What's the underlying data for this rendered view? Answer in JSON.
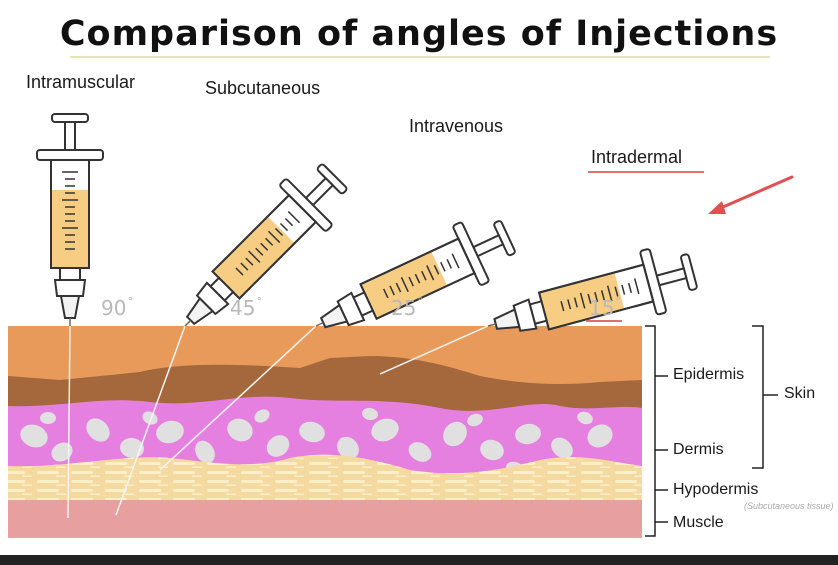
{
  "title": "Comparison of angles of Injections",
  "injections": [
    {
      "name": "Intramuscular",
      "angle": "90",
      "degrees": 90
    },
    {
      "name": "Subcutaneous",
      "angle": "45",
      "degrees": 45
    },
    {
      "name": "Intravenous",
      "angle": "25",
      "degrees": 25
    },
    {
      "name": "Intradermal",
      "angle": "15",
      "degrees": 15
    }
  ],
  "layers": {
    "epidermis": "Epidermis",
    "dermis": "Dermis",
    "hypodermis": "Hypodermis",
    "hypodermis_note": "(Subcutaneous tissue)",
    "muscle": "Muscle",
    "skin": "Skin"
  },
  "colors": {
    "skin_top": "#e89a5a",
    "epidermis_dark": "#a5673c",
    "dermis": "#e680e0",
    "dermis_cells": "#e0e0e0",
    "hypodermis": "#f4d9a0",
    "hypodermis_cells": "#fbefc8",
    "muscle": "#e79f9f",
    "fluid": "#f6cd82",
    "highlight": "#e05050"
  }
}
